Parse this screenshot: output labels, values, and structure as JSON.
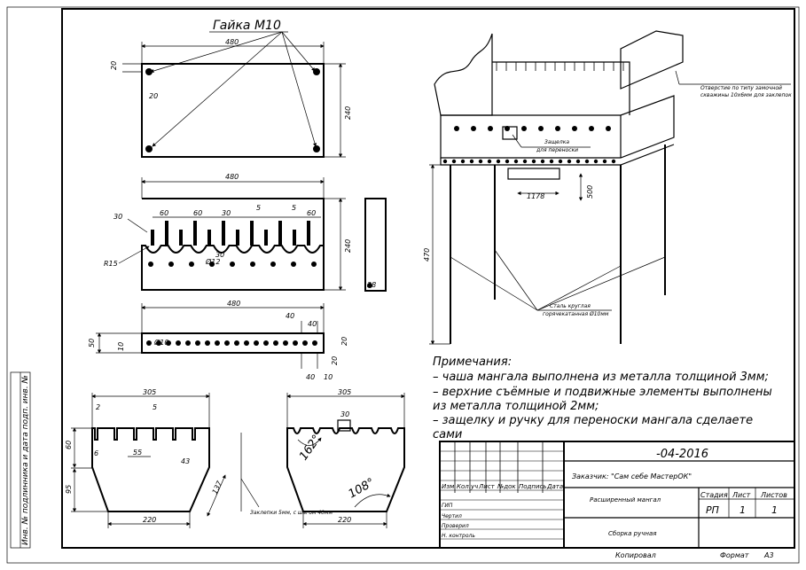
{
  "nut_label": "Гайка М10",
  "top_plate": {
    "w": "480",
    "h": "240",
    "edge_top": "20",
    "edge_side": "20"
  },
  "long_side": {
    "w": "480",
    "h": "240",
    "slot_w": "30",
    "pitch_a": "60",
    "pitch_b": "60",
    "pitch_c": "30",
    "slot_a": "5",
    "slot_b": "5",
    "pitch_d": "60",
    "hole": "Ø12",
    "gap": "30",
    "radius": "R15"
  },
  "side_thickness": "38",
  "bottom": {
    "w": "480",
    "h": "50",
    "edge": "10",
    "hole": "Ø10",
    "pitch": "40",
    "p2": "40",
    "p3": "20",
    "p4": "40",
    "p5": "10",
    "p6": "20"
  },
  "small_left": {
    "w": "305",
    "slot": "2",
    "slot_b": "5",
    "h_top": "60",
    "left_off": "6",
    "pitch": "55",
    "angle": "43",
    "h_low": "95",
    "slant": "137",
    "base": "220",
    "note": "Заклепки 5мм, с шагом 40мм"
  },
  "small_right": {
    "w": "305",
    "nub": "30",
    "angle_top": "162°",
    "angle_bot": "108°",
    "base": "220"
  },
  "assembly": {
    "d1": "1178",
    "d2": "500",
    "height": "470",
    "hole_note_1": "Отверстие по типу замочной",
    "hole_note_2": "скважины 10х6мм для заклепок",
    "latch_1": "Защелка",
    "latch_2": "для переноски",
    "leg_1": "Сталь круглая",
    "leg_2": "горячекатанная Ø10мм"
  },
  "notes": {
    "heading": "Примечания:",
    "l1": "– чаша мангала выполнена из металла толщиной 3мм;",
    "l2": "– верхние съёмные и подвижные элементы выполнены",
    "l3": "из металла толщиной 2мм;",
    "l4": "– защелку и ручку для переноски мангала сделаете",
    "l5": "сами"
  },
  "title_block": {
    "date": "-04-2016",
    "customer": "Заказчик: \"Сам себе МастерОК\"",
    "h_izm": "Изм",
    "h_kol": "Кол.уч",
    "h_list": "Лист",
    "h_ndok": "№док",
    "h_podp": "Подпись",
    "h_data": "Дата",
    "r_gip": "ГИП",
    "r_cherch": "Чертил",
    "r_prov": "Проверил",
    "r_nkontr": "Н. контроль",
    "title": "Расширенный мангал",
    "stadia_h": "Стадия",
    "list_h": "Лист",
    "listov_h": "Листов",
    "stadia": "РП",
    "list": "1",
    "listov": "1",
    "assembly": "Сборка ручная"
  },
  "footer": {
    "copy": "Копировал",
    "format_label": "Формат",
    "format": "А3"
  },
  "side_stamp": "Инв. № подлинника и дата подп. инв. №"
}
